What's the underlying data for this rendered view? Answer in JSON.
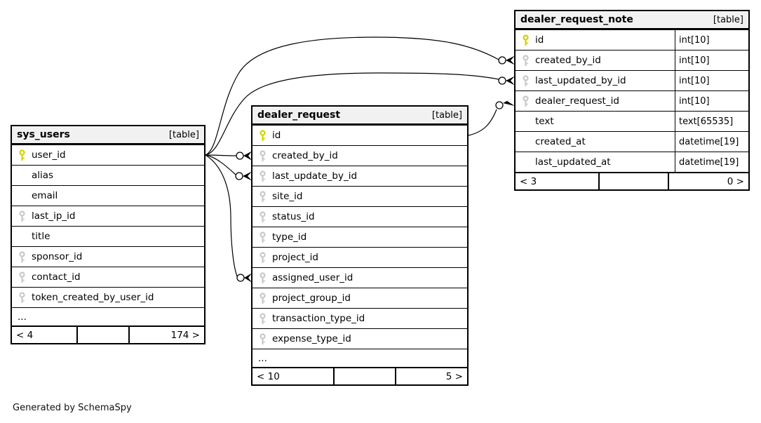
{
  "credit": "Generated by SchemaSpy",
  "colors": {
    "primary_key": "#d2d200",
    "foreign_key": "#c9c9c9",
    "header_bg": "#f1f1f1",
    "line": "#000000"
  },
  "tables": [
    {
      "id": "sys_users",
      "name": "sys_users",
      "badge": "[table]",
      "columns": [
        {
          "name": "user_id",
          "key": "primary",
          "type": ""
        },
        {
          "name": "alias",
          "key": "none",
          "type": ""
        },
        {
          "name": "email",
          "key": "none",
          "type": ""
        },
        {
          "name": "last_ip_id",
          "key": "foreign",
          "type": ""
        },
        {
          "name": "title",
          "key": "none",
          "type": ""
        },
        {
          "name": "sponsor_id",
          "key": "foreign",
          "type": ""
        },
        {
          "name": "contact_id",
          "key": "foreign",
          "type": ""
        },
        {
          "name": "token_created_by_user_id",
          "key": "foreign",
          "type": ""
        }
      ],
      "ellipsis": "...",
      "footer": {
        "left": "< 4",
        "center": "",
        "right": "174 >"
      }
    },
    {
      "id": "dealer_request",
      "name": "dealer_request",
      "badge": "[table]",
      "columns": [
        {
          "name": "id",
          "key": "primary",
          "type": ""
        },
        {
          "name": "created_by_id",
          "key": "foreign",
          "type": ""
        },
        {
          "name": "last_update_by_id",
          "key": "foreign",
          "type": ""
        },
        {
          "name": "site_id",
          "key": "foreign",
          "type": ""
        },
        {
          "name": "status_id",
          "key": "foreign",
          "type": ""
        },
        {
          "name": "type_id",
          "key": "foreign",
          "type": ""
        },
        {
          "name": "project_id",
          "key": "foreign",
          "type": ""
        },
        {
          "name": "assigned_user_id",
          "key": "foreign",
          "type": ""
        },
        {
          "name": "project_group_id",
          "key": "foreign",
          "type": ""
        },
        {
          "name": "transaction_type_id",
          "key": "foreign",
          "type": ""
        },
        {
          "name": "expense_type_id",
          "key": "foreign",
          "type": ""
        }
      ],
      "ellipsis": "...",
      "footer": {
        "left": "< 10",
        "center": "",
        "right": "5 >"
      }
    },
    {
      "id": "dealer_request_note",
      "name": "dealer_request_note",
      "badge": "[table]",
      "columns": [
        {
          "name": "id",
          "key": "primary",
          "type": "int[10]"
        },
        {
          "name": "created_by_id",
          "key": "foreign",
          "type": "int[10]"
        },
        {
          "name": "last_updated_by_id",
          "key": "foreign",
          "type": "int[10]"
        },
        {
          "name": "dealer_request_id",
          "key": "foreign",
          "type": "int[10]"
        },
        {
          "name": "text",
          "key": "none",
          "type": "text[65535]"
        },
        {
          "name": "created_at",
          "key": "none",
          "type": "datetime[19]"
        },
        {
          "name": "last_updated_at",
          "key": "none",
          "type": "datetime[19]"
        }
      ],
      "footer": {
        "left": "< 3",
        "center": "",
        "right": "0 >"
      }
    }
  ],
  "relationships": [
    {
      "from": "sys_users.user_id",
      "to": "dealer_request.created_by_id"
    },
    {
      "from": "sys_users.user_id",
      "to": "dealer_request.last_update_by_id"
    },
    {
      "from": "sys_users.user_id",
      "to": "dealer_request.assigned_user_id"
    },
    {
      "from": "sys_users.user_id",
      "to": "dealer_request_note.created_by_id"
    },
    {
      "from": "sys_users.user_id",
      "to": "dealer_request_note.last_updated_by_id"
    },
    {
      "from": "dealer_request.id",
      "to": "dealer_request_note.dealer_request_id"
    }
  ]
}
